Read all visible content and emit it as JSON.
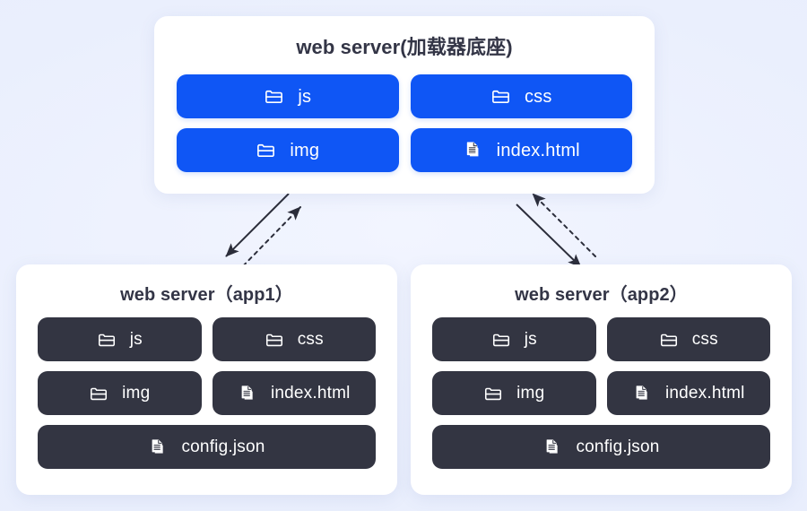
{
  "page": {
    "background_color": "#edf1fe",
    "card_background": "#ffffff",
    "title_color": "#333546",
    "accent_blue": "#0f56f5",
    "dark_tile": "#333542",
    "arrow_color": "#2b2d3a"
  },
  "cards": {
    "top": {
      "title": "web server(加载器底座)",
      "tiles": [
        {
          "icon": "folder-icon",
          "label": "js"
        },
        {
          "icon": "folder-icon",
          "label": "css"
        },
        {
          "icon": "folder-icon",
          "label": "img"
        },
        {
          "icon": "file-icon",
          "label": "index.html"
        }
      ]
    },
    "app1": {
      "title": "web server（app1）",
      "tiles": [
        {
          "icon": "folder-icon",
          "label": "js"
        },
        {
          "icon": "folder-icon",
          "label": "css"
        },
        {
          "icon": "folder-icon",
          "label": "img"
        },
        {
          "icon": "file-icon",
          "label": "index.html"
        },
        {
          "icon": "file-icon",
          "label": "config.json"
        }
      ]
    },
    "app2": {
      "title": "web server（app2）",
      "tiles": [
        {
          "icon": "folder-icon",
          "label": "js"
        },
        {
          "icon": "folder-icon",
          "label": "css"
        },
        {
          "icon": "folder-icon",
          "label": "img"
        },
        {
          "icon": "file-icon",
          "label": "index.html"
        },
        {
          "icon": "file-icon",
          "label": "config.json"
        }
      ]
    }
  },
  "connectors": [
    {
      "name": "top-to-app1-solid",
      "style": "solid",
      "direction": "down-left"
    },
    {
      "name": "app1-to-top-dashed",
      "style": "dashed",
      "direction": "up-right"
    },
    {
      "name": "top-to-app2-solid",
      "style": "solid",
      "direction": "down-right"
    },
    {
      "name": "app2-to-top-dashed",
      "style": "dashed",
      "direction": "up-left"
    }
  ]
}
